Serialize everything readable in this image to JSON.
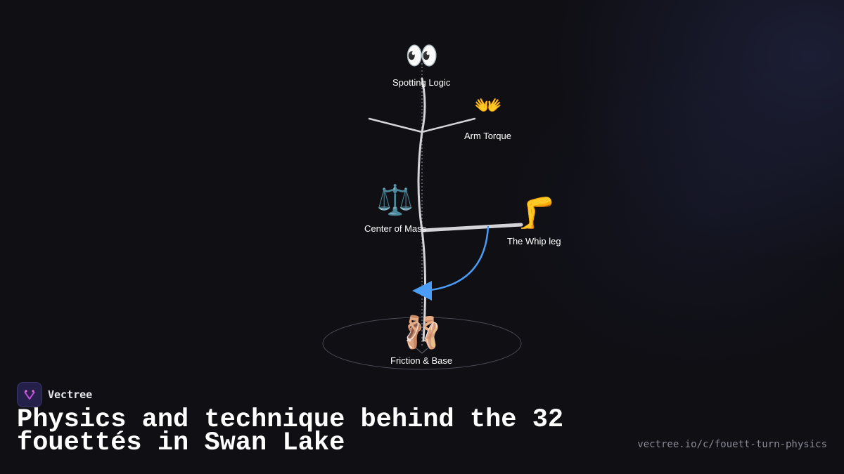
{
  "diagram": {
    "labels": {
      "spotting": "Spotting Logic",
      "arms": "Arm Torque",
      "mass": "Center of Mass",
      "whip": "The Whip leg",
      "base": "Friction & Base"
    },
    "icons": {
      "spotting": "eyes-icon",
      "arms": "open-hands-icon",
      "mass": "balance-scale-icon",
      "whip": "leg-icon",
      "base": "ballet-shoes-icon"
    },
    "glyphs": {
      "spotting": "👀",
      "arms": "👐",
      "mass": "⚖️",
      "whip": "🦵",
      "base": "🩰"
    },
    "colors": {
      "figure": "#d4d4d8",
      "rotation_arrow": "#4a9cf5",
      "base_ring": "#4a4a55",
      "label": "#ffffff"
    }
  },
  "footer": {
    "brand": "Vectree",
    "title": "Physics and technique behind the 32 fouettés in Swan Lake",
    "url": "vectree.io/c/fouett-turn-physics"
  }
}
